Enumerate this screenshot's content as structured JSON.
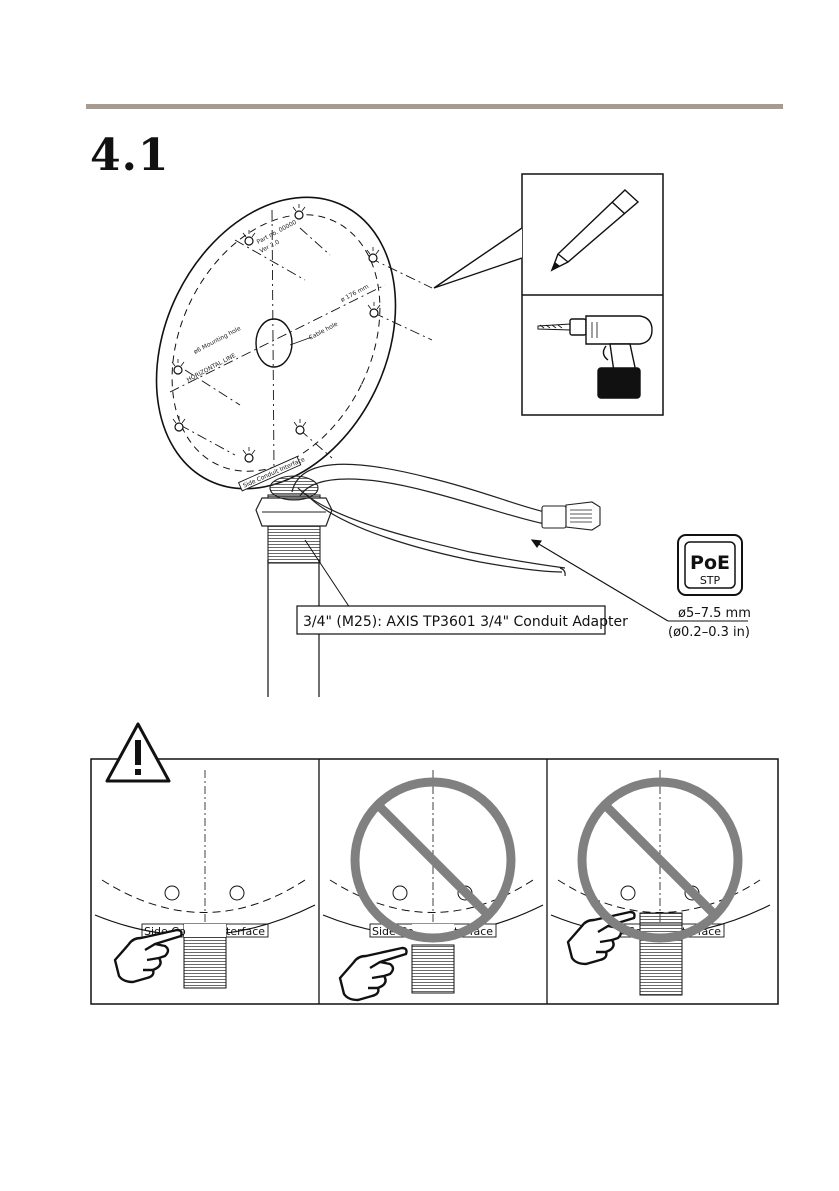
{
  "section": {
    "number": "4.1"
  },
  "plate": {
    "part_no": "Part no. 00000",
    "version": "Ver 2.0",
    "dimension": "ø 176 mm",
    "mounting_hole": "ø6\nMounting hole",
    "cable_hole": "Cable hole",
    "horizontal_line": "HORIZONTAL LINE",
    "side_conduit_interface": "Side Conduit Interface"
  },
  "adapter_callout": "3/4\" (M25): AXIS TP3601 3/4\" Conduit Adapter",
  "poe_badge": {
    "top": "PoE",
    "bottom": "STP"
  },
  "cable_diameter": {
    "mm": "ø5–7.5 mm",
    "inches": "(ø0.2–0.3 in)"
  },
  "panels": [
    {
      "label_left": "Side Co",
      "label_right": "terface"
    },
    {
      "label_left": "Side Co",
      "label_right": "terface"
    },
    {
      "label_left": "Co",
      "label_right": "terface"
    }
  ],
  "icons": {
    "tools": [
      "pencil-icon",
      "drill-icon"
    ],
    "warning": "warning-icon",
    "prohibited": "prohibited-icon",
    "pointing_hand": "pointing-hand-icon"
  },
  "colors": {
    "rule": "#a89a8e",
    "prohibited": "#808080",
    "ink": "#111111"
  }
}
